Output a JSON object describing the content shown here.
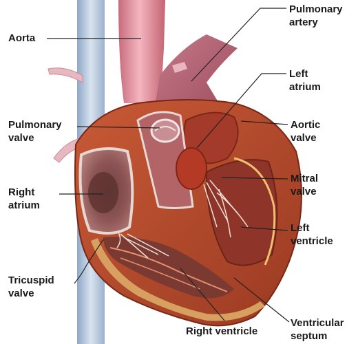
{
  "labels": {
    "aorta": "Aorta",
    "pulmonary_artery": [
      "Pulmonary",
      "artery"
    ],
    "left_atrium": [
      "Left",
      "atrium"
    ],
    "pulmonary_valve": [
      "Pulmonary",
      "valve"
    ],
    "aortic_valve": [
      "Aortic",
      "valve"
    ],
    "mitral_valve": [
      "Mitral",
      "valve"
    ],
    "right_atrium": [
      "Right",
      "atrium"
    ],
    "left_ventricle": [
      "Left",
      "ventricle"
    ],
    "tricuspid_valve": [
      "Tricuspid",
      "valve"
    ],
    "right_ventricle": "Right ventricle",
    "ventricular_septum": [
      "Ventricular",
      "septum"
    ]
  },
  "colors": {
    "muscle": "#b84a2c",
    "muscle_dark": "#8e2e1e",
    "muscle_light": "#d9744f",
    "chamber": "#a8565a",
    "chamber_dark": "#6e3a3e",
    "vena_cava": "#b9cbe0",
    "aorta": "#e79aa6",
    "fat": "#d8a060",
    "lines": "#222222"
  }
}
